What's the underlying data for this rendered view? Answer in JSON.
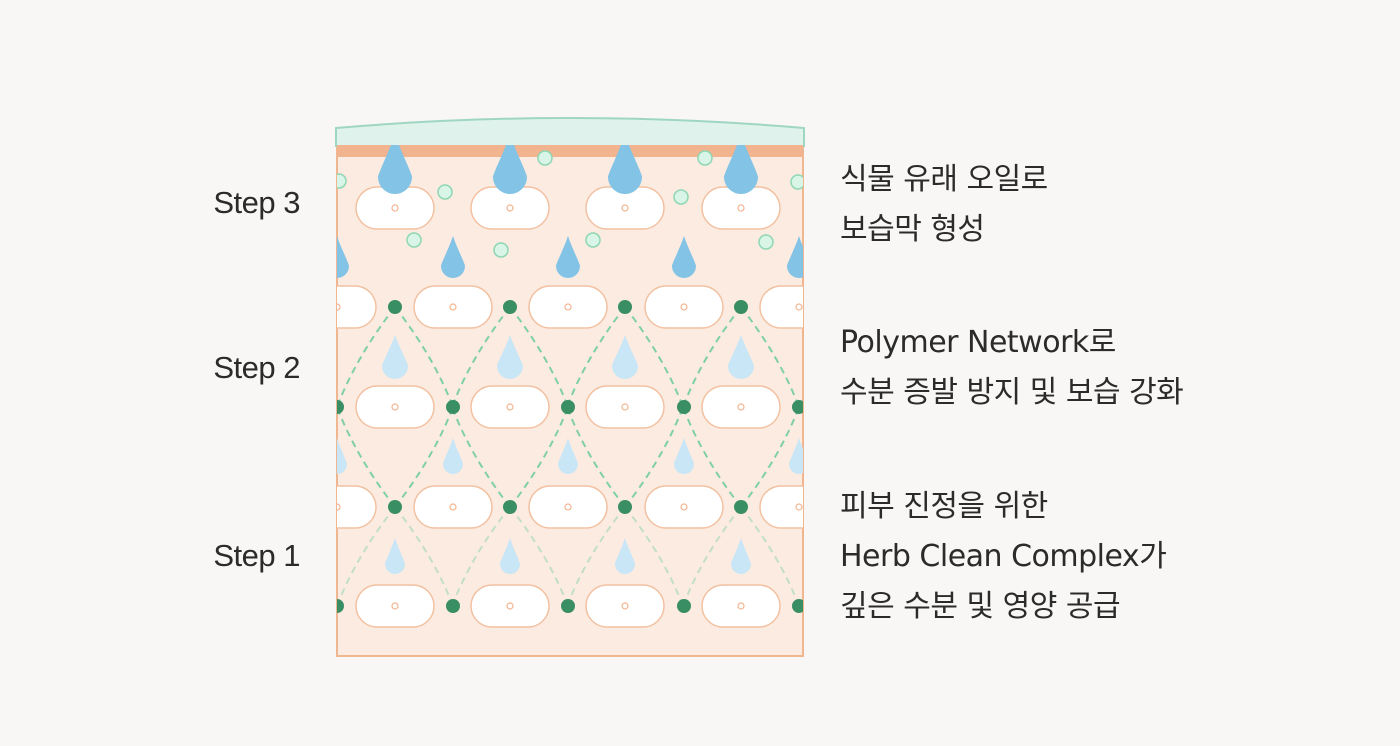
{
  "steps": [
    {
      "label": "Step 3",
      "lines": [
        "식물 유래 오일로",
        "보습막 형성"
      ]
    },
    {
      "label": "Step 2",
      "lines": [
        "Polymer Network로",
        "수분 증발 방지 및 보습 강화"
      ]
    },
    {
      "label": "Step 1",
      "lines": [
        "피부 진정을 위한",
        "Herb Clean Complex가",
        "깊은 수분 및 영양 공급"
      ]
    }
  ],
  "colors": {
    "skin_fill": "#fcebe1",
    "skin_border": "#f0b690",
    "top_band": "#f2b48f",
    "oil_film": "#dff3ec",
    "oil_film_border": "#9fd6c2",
    "water_drop_dark": "#82c3e6",
    "water_drop_light": "#c9e6f6",
    "network_node": "#3a8e63",
    "network_line": "#7fcfa8",
    "oil_bubble": "#d8f5e7"
  },
  "icons": {
    "water": "water-drop-icon",
    "oil": "oil-bubble-icon",
    "cell": "skin-cell-icon",
    "node": "network-node-icon"
  }
}
